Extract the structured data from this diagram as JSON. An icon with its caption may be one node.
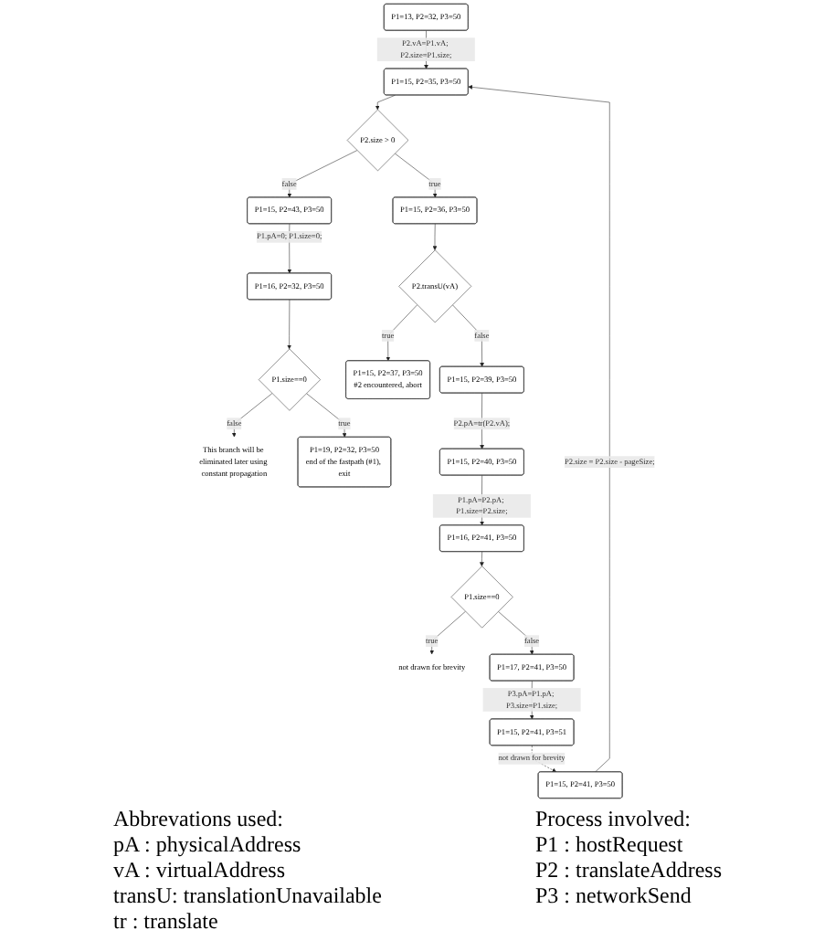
{
  "diagram": {
    "nodes": [
      {
        "text": [
          "P1=13, P2=32, P3=50"
        ]
      },
      {
        "text": [
          "P1=15, P2=35, P3=50"
        ]
      },
      {
        "text": [
          "P2.size > 0"
        ]
      },
      {
        "text": [
          "P1=15, P2=36, P3=50"
        ]
      },
      {
        "text": [
          "P2.transU(vA)"
        ]
      },
      {
        "text": [
          "P1=15, P2=39, P3=50"
        ]
      },
      {
        "text": [
          "P1=15, P2=40, P3=50"
        ]
      },
      {
        "text": [
          "P1=16, P2=41, P3=50"
        ]
      },
      {
        "text": [
          "P1=15, P2=43, P3=50"
        ]
      },
      {
        "text": [
          "P1=16, P2=32, P3=50"
        ]
      },
      {
        "text": [
          "P1.size==0"
        ]
      },
      {
        "text": [
          "This branch will be eliminated later using constant propagation"
        ]
      },
      {
        "text": [
          "P1=19, P2=32, P3=50",
          "end of the fastpath (#1), exit"
        ]
      },
      {
        "text": [
          "P1=15, P2=37, P3=50",
          "#2 encountered, abort"
        ]
      },
      {
        "text": [
          "P1.size==0"
        ]
      },
      {
        "text": [
          "not drawn for brevity"
        ]
      },
      {
        "text": [
          "P1=17, P2=41, P3=50"
        ]
      },
      {
        "text": [
          "P1=15, P2=41, P3=51"
        ]
      },
      {
        "text": [
          "P1=15, P2=41, P3=50"
        ]
      }
    ],
    "edges": [
      {
        "from": 0,
        "to": 1,
        "arrow": "to",
        "label": "P2.vA=P1.vA; P2.size=P1.size;"
      },
      {
        "from": 1,
        "to": 2,
        "arrow": "to"
      },
      {
        "from": 2,
        "to": 8,
        "arrow": "to",
        "label": "false"
      },
      {
        "from": 2,
        "to": 3,
        "arrow": "to",
        "label": "true"
      },
      {
        "from": 3,
        "to": 4,
        "arrow": "to"
      },
      {
        "from": 4,
        "to": 13,
        "arrow": "to",
        "label": "true"
      },
      {
        "from": 4,
        "to": 5,
        "arrow": "to",
        "label": "false"
      },
      {
        "from": 5,
        "to": 6,
        "arrow": "to",
        "label": "P2.pA=tr(P2.vA);"
      },
      {
        "from": 6,
        "to": 7,
        "arrow": "to",
        "label": "P1.pA=P2.pA; P1.size=P2.size;"
      },
      {
        "from": 7,
        "to": 14,
        "arrow": "to"
      },
      {
        "from": 8,
        "to": 9,
        "arrow": "to",
        "label": "P1.pA=0; P1.size=0;"
      },
      {
        "from": 9,
        "to": 10,
        "arrow": "to"
      },
      {
        "from": 10,
        "to": 11,
        "arrow": "to",
        "label": "false"
      },
      {
        "from": 10,
        "to": 12,
        "arrow": "to",
        "label": "true"
      },
      {
        "from": 14,
        "to": 15,
        "arrow": "to",
        "label": "true"
      },
      {
        "from": 14,
        "to": 16,
        "arrow": "to",
        "label": "false"
      },
      {
        "from": 16,
        "to": 17,
        "arrow": "to",
        "label": "P3.pA=P1.pA; P3.size=P1.size;"
      },
      {
        "from": 17,
        "to": 18,
        "arrow": "to",
        "label": "not drawn for brevity",
        "style": "dashed"
      },
      {
        "from": 18,
        "to": 1,
        "arrow": "to",
        "label": "P2.size = P2.size - pageSize;"
      }
    ],
    "labels": [
      "Abbrevations used:",
      "pA : physicalAddress",
      "vA : virtualAddress",
      "transU: translationUnavailable",
      "tr : translate",
      "Process involved:",
      "P1 : hostRequest",
      "P2 : translateAddress",
      "P3 : networkSend"
    ]
  }
}
